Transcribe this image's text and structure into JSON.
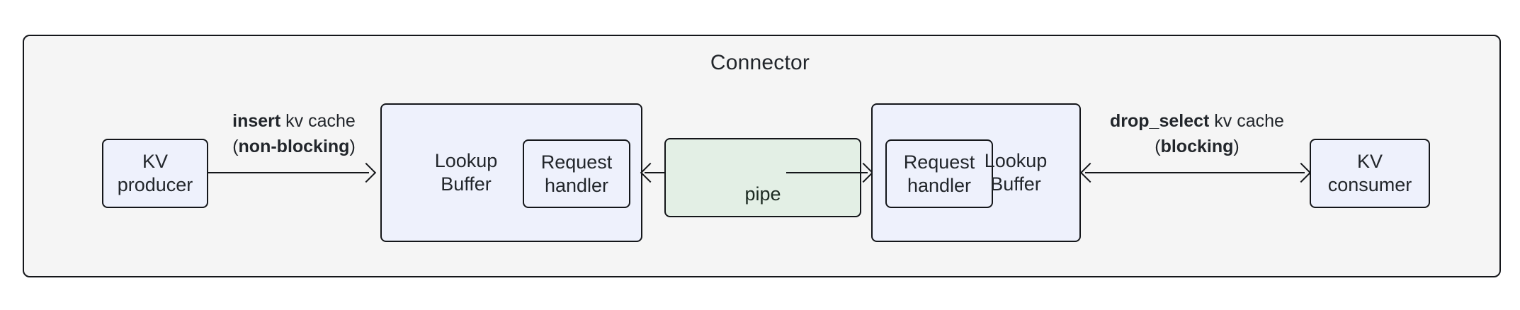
{
  "diagram": {
    "container": {
      "title": "Connector",
      "background_color": "#f5f5f5",
      "border_color": "#14161a"
    },
    "colors": {
      "node_blue": "#eef1fc",
      "node_green": "#e3efe5",
      "stroke": "#14161a",
      "text": "#22262b"
    },
    "nodes": {
      "kv_producer": "KV\nproducer",
      "kv_consumer": "KV\nconsumer",
      "lookup_buffer_left": "Lookup\nBuffer",
      "lookup_buffer_right": "Lookup\nBuffer",
      "request_handler_left": "Request\nhandler",
      "request_handler_right": "Request\nhandler",
      "pipe": "pipe"
    },
    "edges": {
      "insert": {
        "line1_bold": "insert",
        "line1_rest": " kv cache",
        "line2_prefix": "(",
        "line2_bold": "non-blocking",
        "line2_suffix": ")",
        "direction": "right"
      },
      "drop_select": {
        "line1_bold": "drop_select",
        "line1_rest": " kv cache",
        "line2_prefix": "(",
        "line2_bold": "blocking",
        "line2_suffix": ")",
        "direction": "bidirectional"
      },
      "pipe_to_left": {
        "direction": "left"
      },
      "pipe_to_right": {
        "direction": "right"
      }
    }
  }
}
